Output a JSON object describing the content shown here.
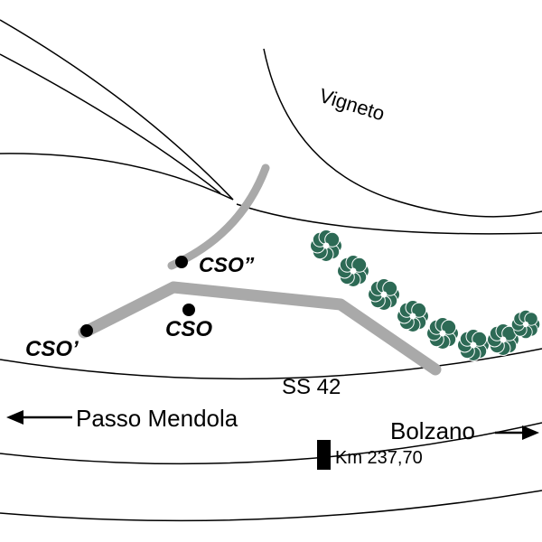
{
  "figure": {
    "background": "#ffffff"
  },
  "labels": {
    "vineyard": "Vigneto",
    "point_cso_second": "CSO”",
    "point_cso": "CSO",
    "point_cso_prime": "CSO’",
    "road_name": "SS 42",
    "direction_left": "Passo Mendola",
    "direction_right": "Bolzano",
    "km_marker": "Km 237,70"
  },
  "colors": {
    "ink": "#000000",
    "gray_band": "#a9a9a9",
    "tree_green": "#2d6a55"
  }
}
